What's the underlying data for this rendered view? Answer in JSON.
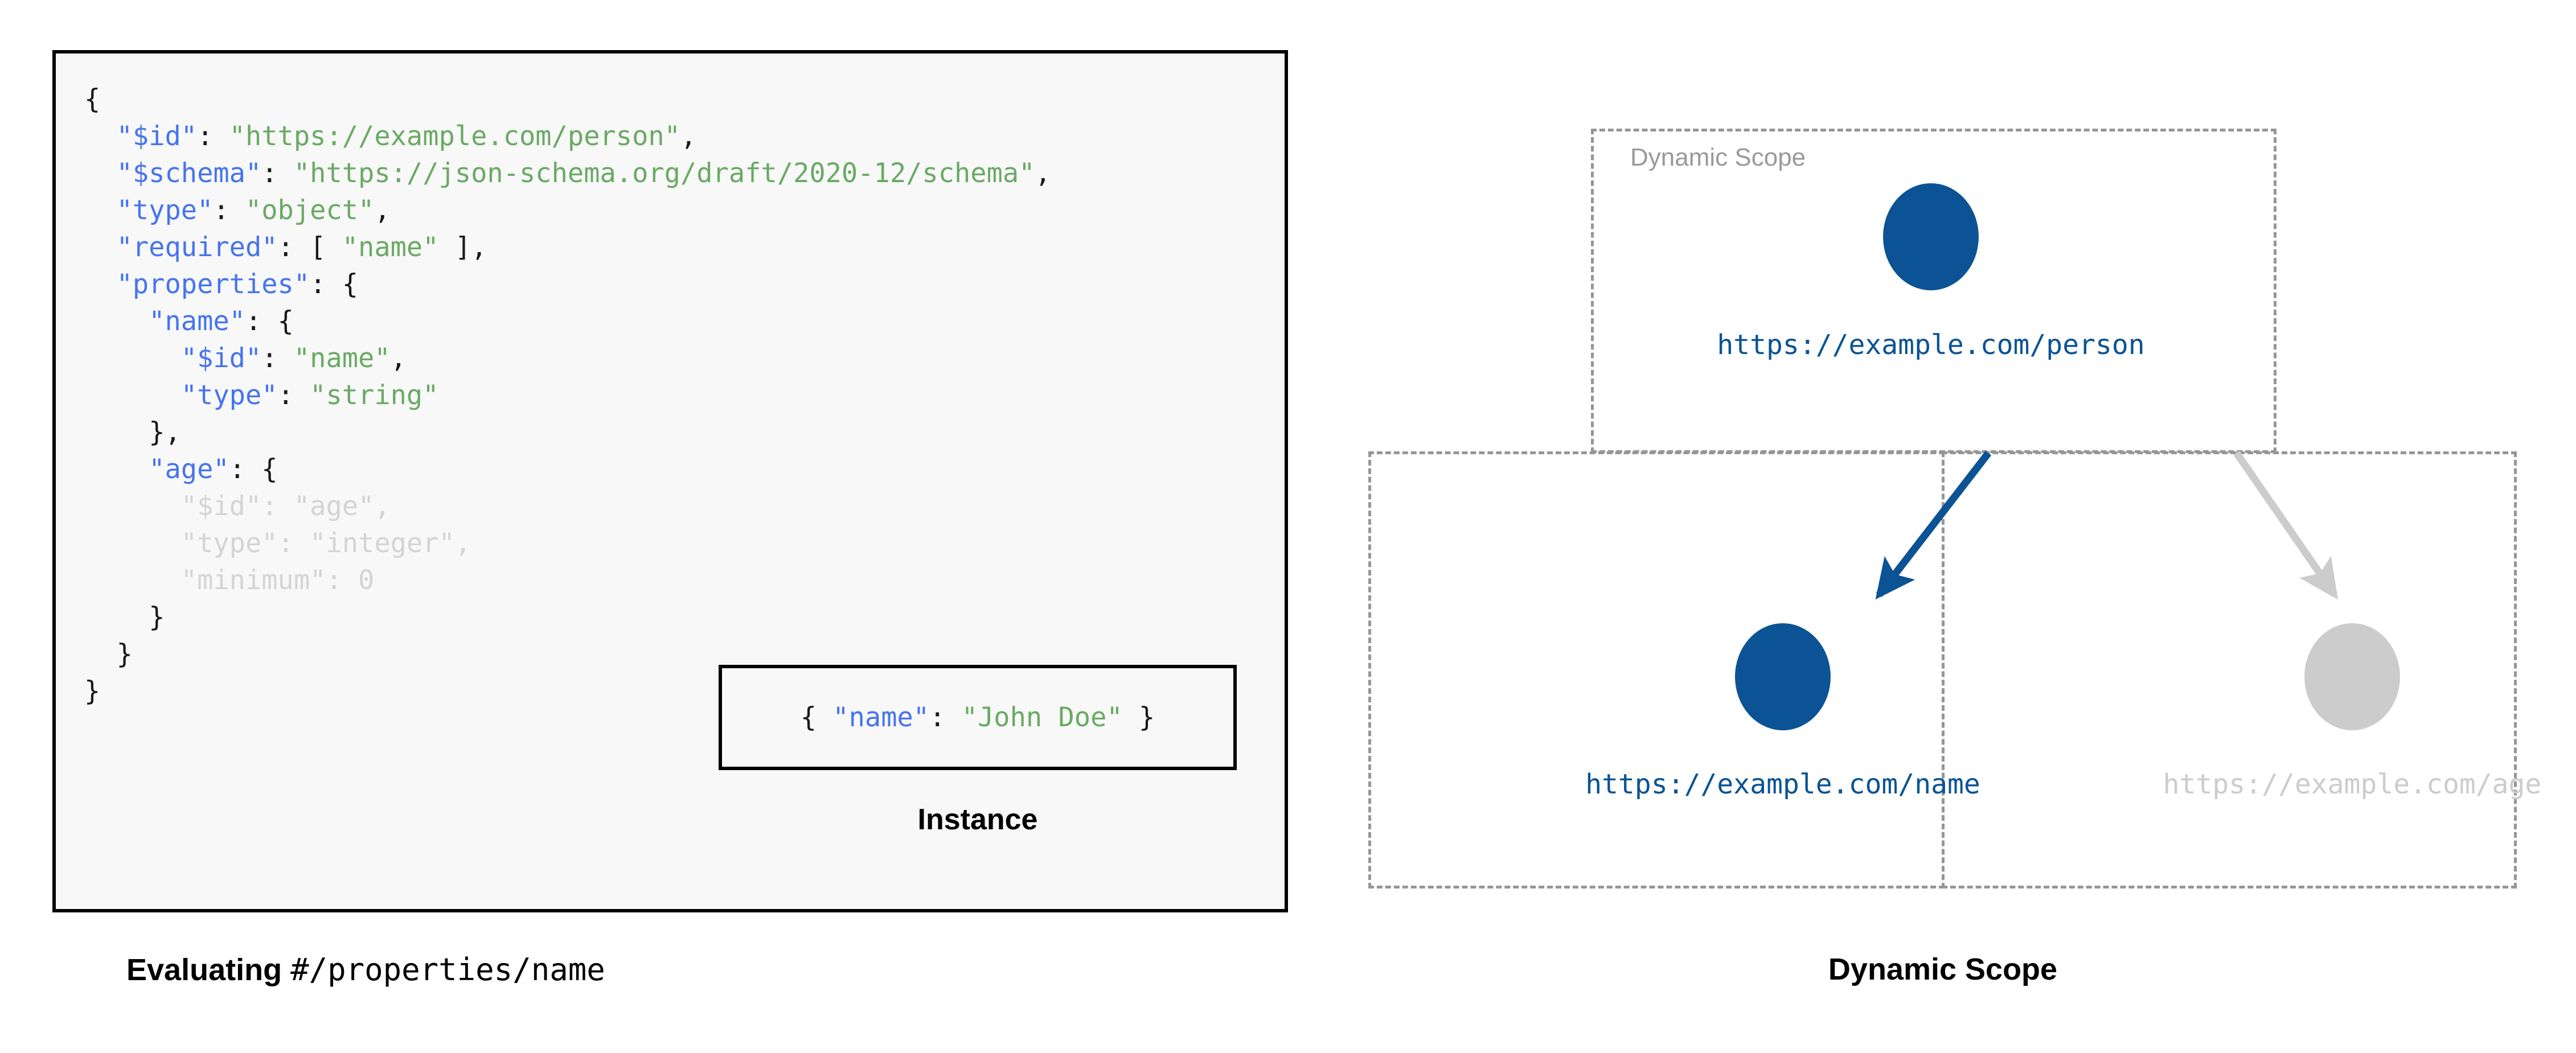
{
  "colors": {
    "accent_blue": "#0b5394",
    "dim_gray": "#cccccc",
    "dashed_border_gray": "#969696",
    "scope_label_gray": "#9a9a9a",
    "json_key_blue": "#4674f0",
    "json_string_green": "#6aaa64",
    "code_bg": "#f8f8f8",
    "code_border": "#000000"
  },
  "left_panel": {
    "code_block": {
      "lines": [
        {
          "indent": 0,
          "tokens": [
            {
              "t": "{",
              "c": "punc"
            }
          ]
        },
        {
          "indent": 1,
          "tokens": [
            {
              "t": "\"$id\"",
              "c": "key"
            },
            {
              "t": ": ",
              "c": "punc"
            },
            {
              "t": "\"https://example.com/person\"",
              "c": "str"
            },
            {
              "t": ",",
              "c": "punc"
            }
          ]
        },
        {
          "indent": 1,
          "tokens": [
            {
              "t": "\"$schema\"",
              "c": "key"
            },
            {
              "t": ": ",
              "c": "punc"
            },
            {
              "t": "\"https://json-schema.org/draft/2020-12/schema\"",
              "c": "str"
            },
            {
              "t": ",",
              "c": "punc"
            }
          ]
        },
        {
          "indent": 1,
          "tokens": [
            {
              "t": "\"type\"",
              "c": "key"
            },
            {
              "t": ": ",
              "c": "punc"
            },
            {
              "t": "\"object\"",
              "c": "str"
            },
            {
              "t": ",",
              "c": "punc"
            }
          ]
        },
        {
          "indent": 1,
          "tokens": [
            {
              "t": "\"required\"",
              "c": "key"
            },
            {
              "t": ": [ ",
              "c": "punc"
            },
            {
              "t": "\"name\"",
              "c": "str"
            },
            {
              "t": " ],",
              "c": "punc"
            }
          ]
        },
        {
          "indent": 1,
          "tokens": [
            {
              "t": "\"properties\"",
              "c": "key"
            },
            {
              "t": ": {",
              "c": "punc"
            }
          ]
        },
        {
          "indent": 2,
          "tokens": [
            {
              "t": "\"name\"",
              "c": "key"
            },
            {
              "t": ": {",
              "c": "punc"
            }
          ]
        },
        {
          "indent": 3,
          "tokens": [
            {
              "t": "\"$id\"",
              "c": "key"
            },
            {
              "t": ": ",
              "c": "punc"
            },
            {
              "t": "\"name\"",
              "c": "str"
            },
            {
              "t": ",",
              "c": "punc"
            }
          ]
        },
        {
          "indent": 3,
          "tokens": [
            {
              "t": "\"type\"",
              "c": "key"
            },
            {
              "t": ": ",
              "c": "punc"
            },
            {
              "t": "\"string\"",
              "c": "str"
            }
          ]
        },
        {
          "indent": 2,
          "tokens": [
            {
              "t": "},",
              "c": "punc"
            }
          ]
        },
        {
          "indent": 2,
          "tokens": [
            {
              "t": "\"age\"",
              "c": "key"
            },
            {
              "t": ": {",
              "c": "punc"
            }
          ]
        },
        {
          "indent": 3,
          "tokens": [
            {
              "t": "\"$id\"",
              "c": "dim"
            },
            {
              "t": ": ",
              "c": "dim"
            },
            {
              "t": "\"age\"",
              "c": "dim"
            },
            {
              "t": ",",
              "c": "dim"
            }
          ]
        },
        {
          "indent": 3,
          "tokens": [
            {
              "t": "\"type\"",
              "c": "dim"
            },
            {
              "t": ": ",
              "c": "dim"
            },
            {
              "t": "\"integer\"",
              "c": "dim"
            },
            {
              "t": ",",
              "c": "dim"
            }
          ]
        },
        {
          "indent": 3,
          "tokens": [
            {
              "t": "\"minimum\"",
              "c": "dim"
            },
            {
              "t": ": ",
              "c": "dim"
            },
            {
              "t": "0",
              "c": "dim"
            }
          ]
        },
        {
          "indent": 2,
          "tokens": [
            {
              "t": "}",
              "c": "punc"
            }
          ]
        },
        {
          "indent": 1,
          "tokens": [
            {
              "t": "}",
              "c": "punc"
            }
          ]
        },
        {
          "indent": 0,
          "tokens": [
            {
              "t": "}",
              "c": "punc"
            }
          ]
        }
      ]
    },
    "instance_box": {
      "tokens": [
        {
          "t": "{ ",
          "c": "punc"
        },
        {
          "t": "\"name\"",
          "c": "key"
        },
        {
          "t": ": ",
          "c": "punc"
        },
        {
          "t": "\"John Doe\"",
          "c": "str"
        },
        {
          "t": " }",
          "c": "punc"
        }
      ],
      "caption": "Instance"
    },
    "caption": {
      "bold_part": "Evaluating ",
      "mono_part": "#/properties/name"
    }
  },
  "right_panel": {
    "scope_label": "Dynamic Scope",
    "caption": "Dynamic Scope",
    "nodes": [
      {
        "id": "person",
        "label": "https://example.com/person",
        "state": "active",
        "color": "#0b5394"
      },
      {
        "id": "name",
        "label": "https://example.com/name",
        "state": "active",
        "color": "#0b5394"
      },
      {
        "id": "age",
        "label": "https://example.com/age",
        "state": "dimmed",
        "color": "#cccccc"
      }
    ],
    "edges": [
      {
        "from": "person",
        "to": "name",
        "state": "active",
        "color": "#0b5394"
      },
      {
        "from": "person",
        "to": "age",
        "state": "dimmed",
        "color": "#cccccc"
      }
    ],
    "scope_boxes": [
      {
        "id": "outer",
        "label": "Dynamic Scope"
      },
      {
        "id": "name",
        "label": ""
      },
      {
        "id": "age",
        "label": ""
      }
    ]
  }
}
